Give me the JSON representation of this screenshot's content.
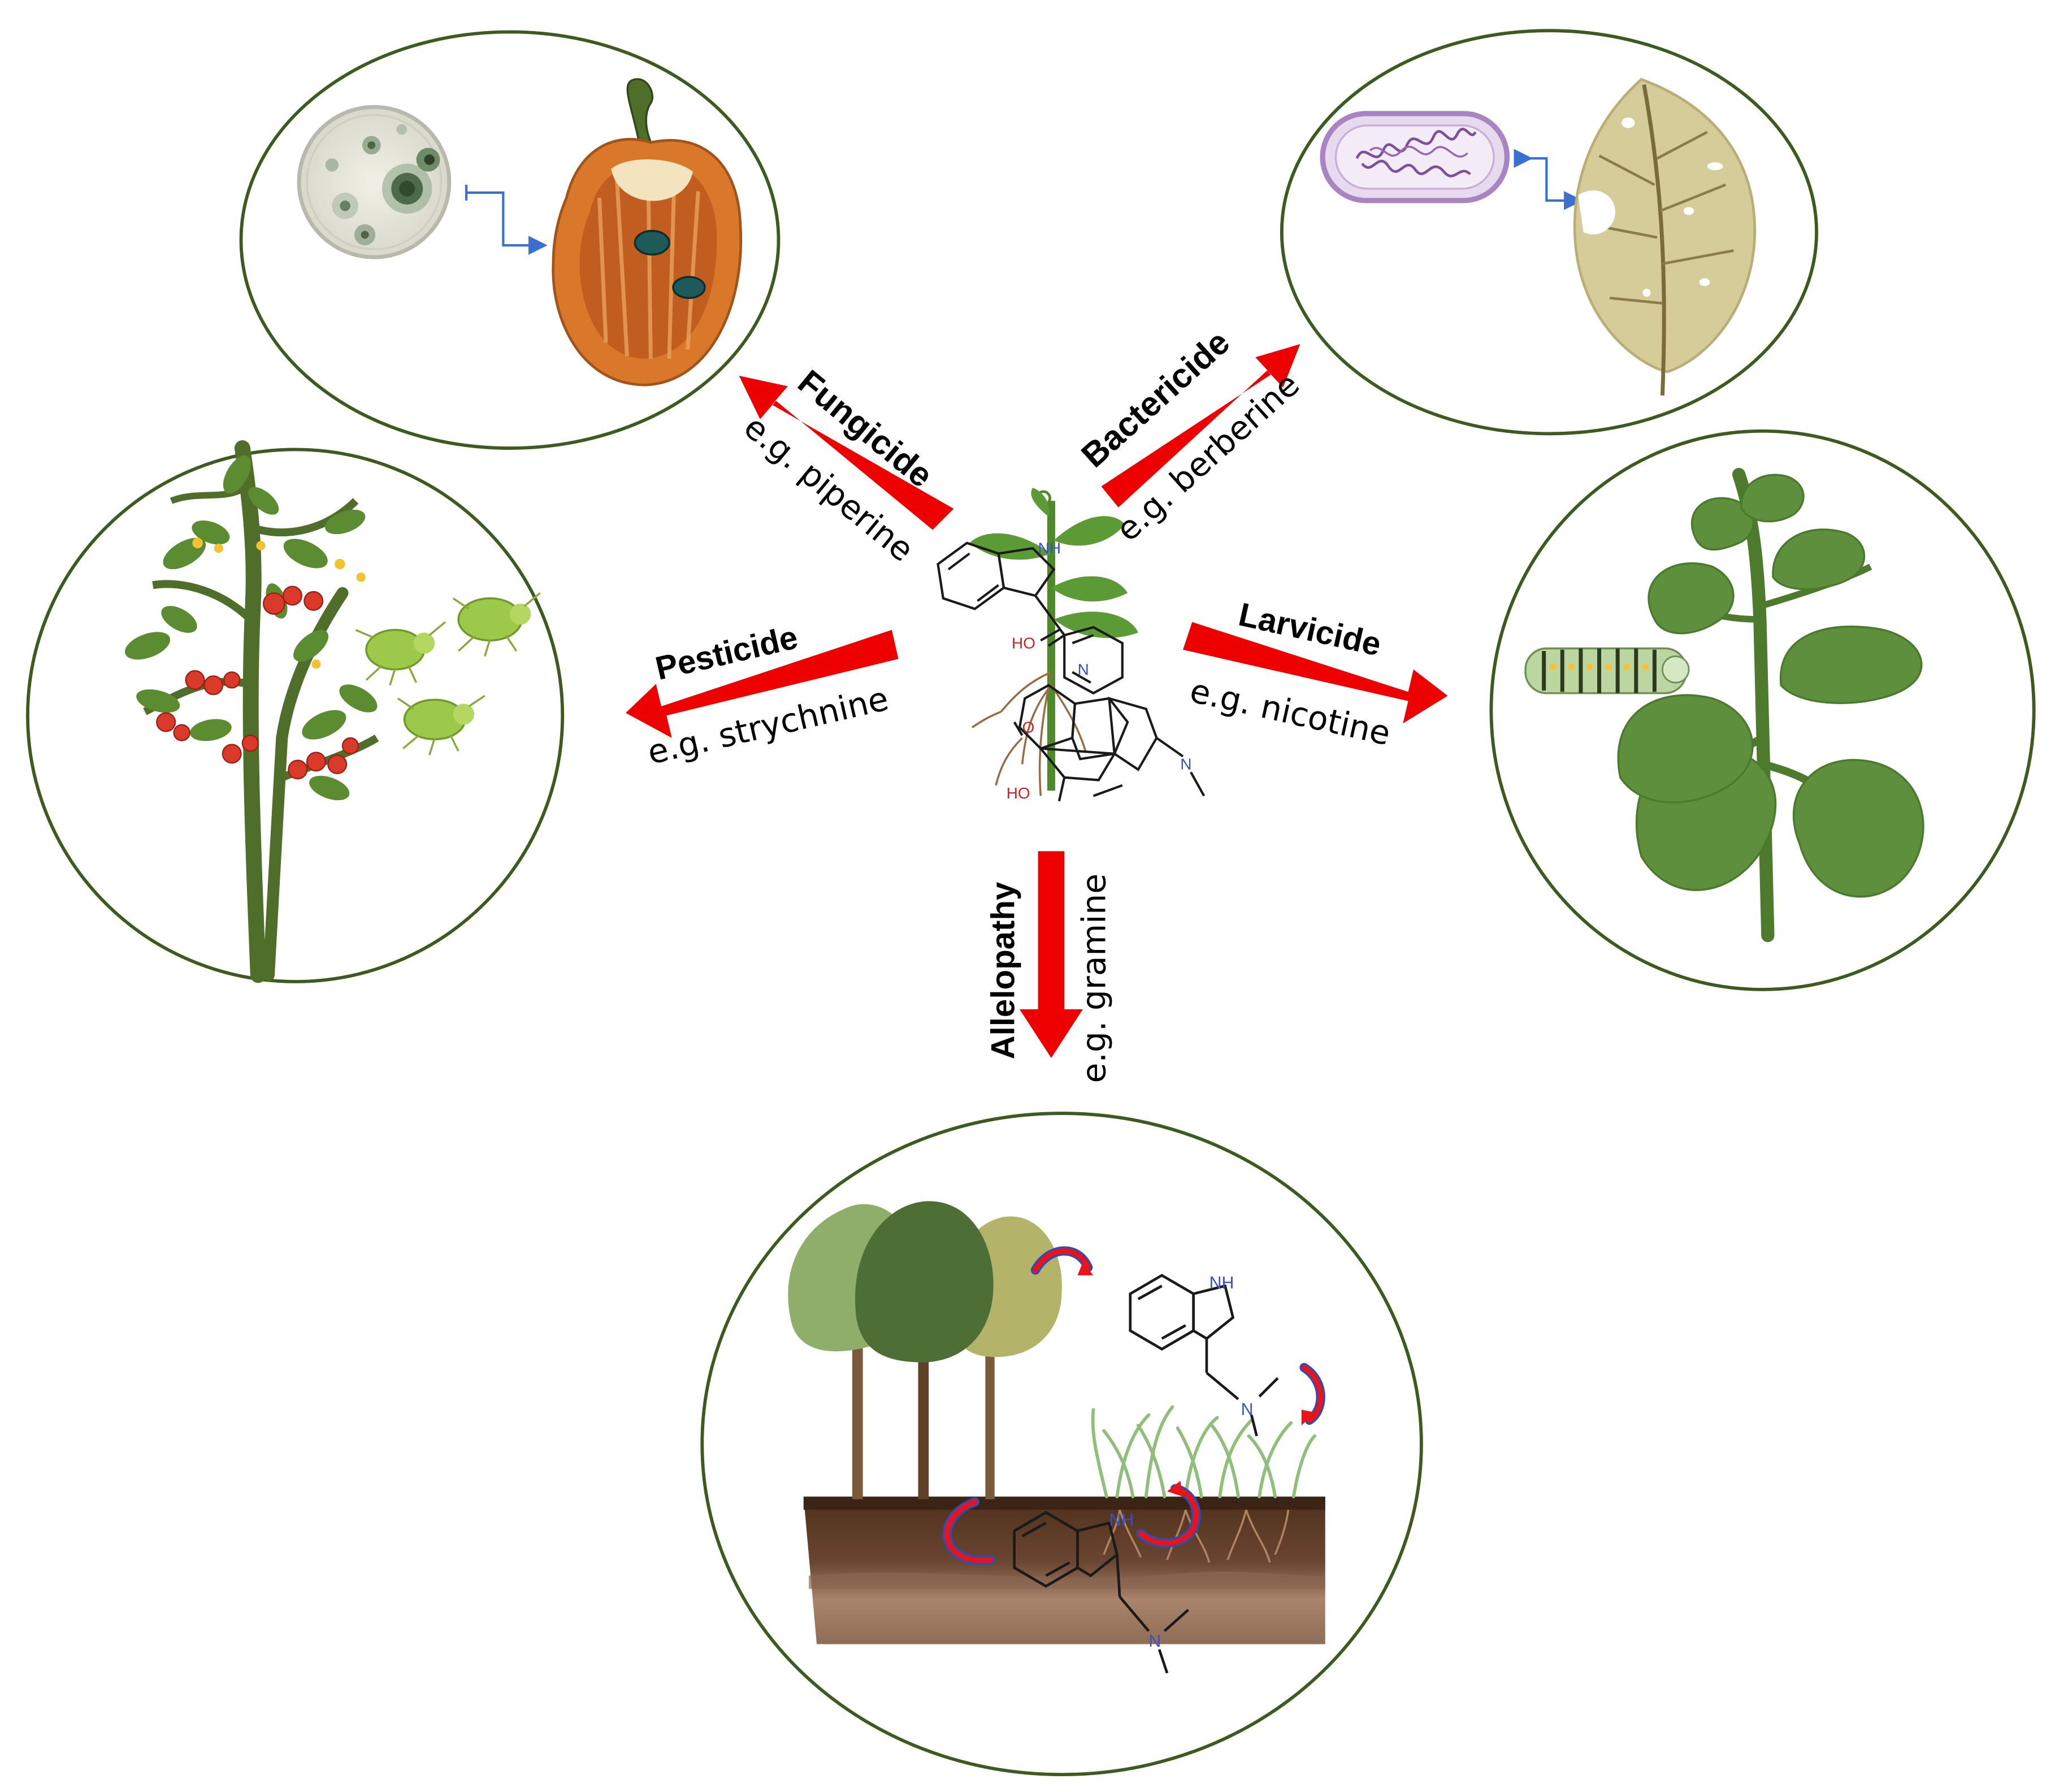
{
  "colors": {
    "arrow": "#ee0000",
    "circle_stroke": "#3d5a1f",
    "leaf_green": "#5a8a35",
    "fruit_orange": "#d9782a",
    "tomato_red": "#d93a2a",
    "aphid_green": "#9cc94a",
    "soil_dark": "#5b3b24",
    "soil_light": "#a9836a",
    "bond_line": "#1a1a1a",
    "nitrogen_text": "#3a4fc4",
    "oxygen_text": "#cc2222"
  },
  "activities": [
    {
      "key": "fungicide",
      "label": "Fungicide",
      "example": "e.g. piperine"
    },
    {
      "key": "bactericide",
      "label": "Bactericide",
      "example": "e.g. berberine"
    },
    {
      "key": "pesticide",
      "label": "Pesticide",
      "example": "e.g. strychnine"
    },
    {
      "key": "larvicide",
      "label": "Larvicide",
      "example": "e.g. nicotine"
    },
    {
      "key": "allelopathy",
      "label": "Allelopathy",
      "example": "e.g. gramine"
    }
  ],
  "chem_labels": {
    "nh": "NH",
    "n": "N",
    "ho": "HO",
    "o": "O"
  },
  "icons": {
    "fungicide_panel": [
      "petri-dish-fungi-icon",
      "cut-pepper-icon"
    ],
    "bactericide_panel": [
      "bacterium-icon",
      "damaged-leaf-icon"
    ],
    "pesticide_panel": [
      "tomato-plant-icon",
      "aphid-icon"
    ],
    "larvicide_panel": [
      "caterpillar-icon",
      "green-plant-icon"
    ],
    "allelopathy_panel": [
      "forest-trees-icon",
      "grass-icon",
      "soil-layers-icon",
      "cycle-arrow-icon"
    ],
    "center": [
      "plant-seedling-icon",
      "alkaloid-structure-icon"
    ]
  }
}
